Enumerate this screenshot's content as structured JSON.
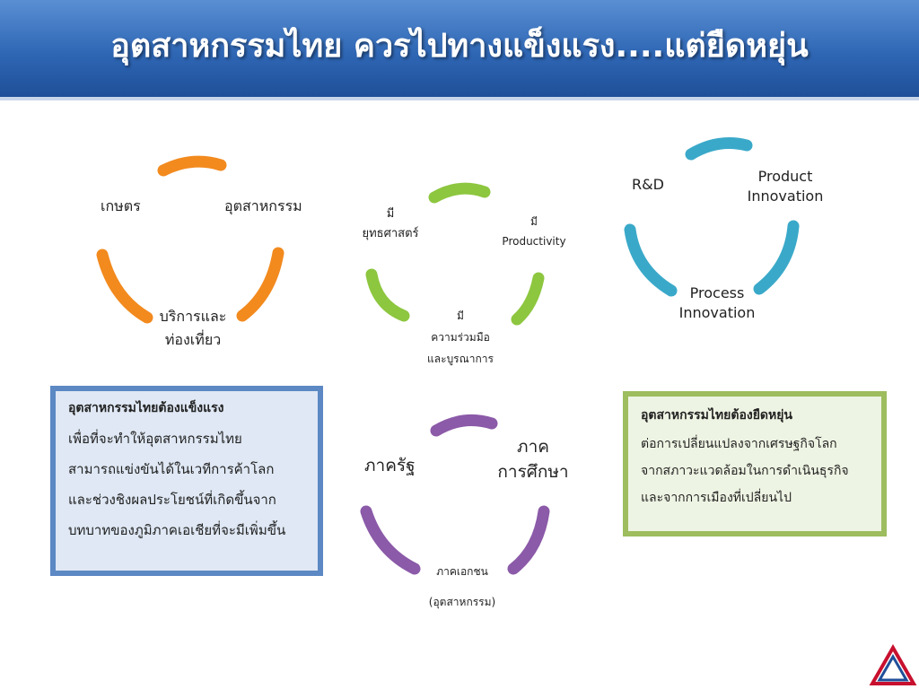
{
  "title": "อุตสาหกรรมไทย ควรไปทางแข็งแรง....แต่ยืดหยุ่น",
  "colors": {
    "header": "#2f67b5",
    "orange": "#f28a1e",
    "green": "#8dc63f",
    "teal": "#3aa9c9",
    "purple": "#8b5aa8",
    "blue_box_border": "#5c88c4",
    "green_box_border": "#9dbd5e"
  },
  "cycle_orange": {
    "agriculture": "เกษตร",
    "industry": "อุตสาหกรรม",
    "service_line1": "บริการและ",
    "service_line2": "ท่องเที่ยว"
  },
  "cycle_green": {
    "strategy_line1": "มี",
    "strategy_line2": "ยุทธศาสตร์",
    "productivity_line1": "มี",
    "productivity_line2": "Productivity",
    "collab_line1": "มี",
    "collab_line2": "ความร่วมมือ",
    "collab_line3": "และบูรณาการ"
  },
  "cycle_teal": {
    "rnd": "R&D",
    "product_line1": "Product",
    "product_line2": "Innovation",
    "process_line1": "Process",
    "process_line2": "Innovation"
  },
  "cycle_purple": {
    "government": "ภาครัฐ",
    "education_line1": "ภาค",
    "education_line2": "การศึกษา",
    "private_line1": "ภาคเอกชน",
    "private_line2": "(อุตสาหกรรม)"
  },
  "box_strong": {
    "heading": "อุตสาหกรรมไทยต้องแข็งแรง",
    "lines": [
      "เพื่อที่จะทำให้อุตสาหกรรมไทย",
      "สามารถแข่งขันได้ในเวทีการค้าโลก",
      "และช่วงชิงผลประโยชน์ที่เกิดขึ้นจาก",
      "บทบาทของภูมิภาคเอเชียที่จะมีเพิ่มขึ้น"
    ]
  },
  "box_flexible": {
    "heading": "อุตสาหกรรมไทยต้องยืดหยุ่น",
    "lines": [
      "ต่อการเปลี่ยนแปลงจากเศรษฐกิจโลก",
      "จากสภาวะแวดล้อมในการดำเนินธุรกิจ",
      "และจากการเมืองที่เปลี่ยนไป"
    ]
  },
  "logo": {
    "icon": "triangle-logo-icon"
  }
}
